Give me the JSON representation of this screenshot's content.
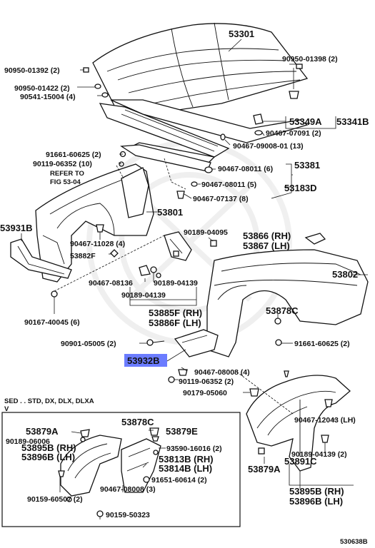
{
  "labels": {
    "hood": "53301",
    "clip_left": "90950-01392 (2)",
    "clip_right": "90950-01398 (2)",
    "clip_small": "90950-01422 (2)",
    "bolt_hood": "90541-15004 (4)",
    "seal_a": "53349A",
    "seal_assy": "53341B",
    "clip_seal": "90467-07091 (2)",
    "clip_13": "90467-09008-01 (13)",
    "screw_25": "91661-60625 (2)",
    "nut_10": "90119-06352 (10)",
    "refer1": "REFER TO",
    "refer2": "FIG 53-04",
    "clip_6": "90467-08011 (6)",
    "cover_top": "53381",
    "clip_5": "90467-08011 (5)",
    "clip_8": "90467-07137 (8)",
    "cover_d": "53183D",
    "apron": "53801",
    "liner_b": "53931B",
    "clip_4": "90467-11028 (4)",
    "seal_f": "53882F",
    "clip_bracket": "90189-04095",
    "bracket_rh": "53866 (RH)",
    "bracket_lh": "53867 (LH)",
    "clip_8136": "90467-08136",
    "clip_4139a": "90189-04139",
    "clip_4139b": "90189-04139",
    "fender": "53802",
    "seal_c": "53878C",
    "bolt_6": "90167-40045 (6)",
    "pad_rh": "53885F (RH)",
    "pad_lh": "53886F (LH)",
    "bolt_2": "90901-05005 (2)",
    "screw_fender": "91661-60625 (2)",
    "highlight_part": "53932B",
    "clip_8008": "90467-08008 (4)",
    "nut_2": "90119-06352 (2)",
    "clip_5060": "90179-05060",
    "clip_12043": "90467-12043 (LH)",
    "clip_4139c": "90189-04139 (2)",
    "liner_a": "53879A",
    "liner_c": "53891C",
    "liner_rh": "53895B (RH)",
    "liner_lh": "53896B (LH)",
    "sed_note": "SED . . STD, DX, DLX, DLXA",
    "sed_v": "V",
    "inset_seal_c": "53878C",
    "inset_liner_a": "53879A",
    "inset_liner_e": "53879E",
    "inset_clip_6006": "90189-06006",
    "inset_95b_rh": "53895B (RH)",
    "inset_96b_lh": "53896B (LH)",
    "inset_93590": "93590-16016 (2)",
    "inset_13b": "53813B (RH)",
    "inset_14b": "53814B (LH)",
    "inset_91651": "91651-60614 (2)",
    "inset_8008": "90467-08008 (3)",
    "inset_60507": "90159-60507 (2)",
    "inset_50323": "90159-50323",
    "footer_code": "530638B"
  }
}
